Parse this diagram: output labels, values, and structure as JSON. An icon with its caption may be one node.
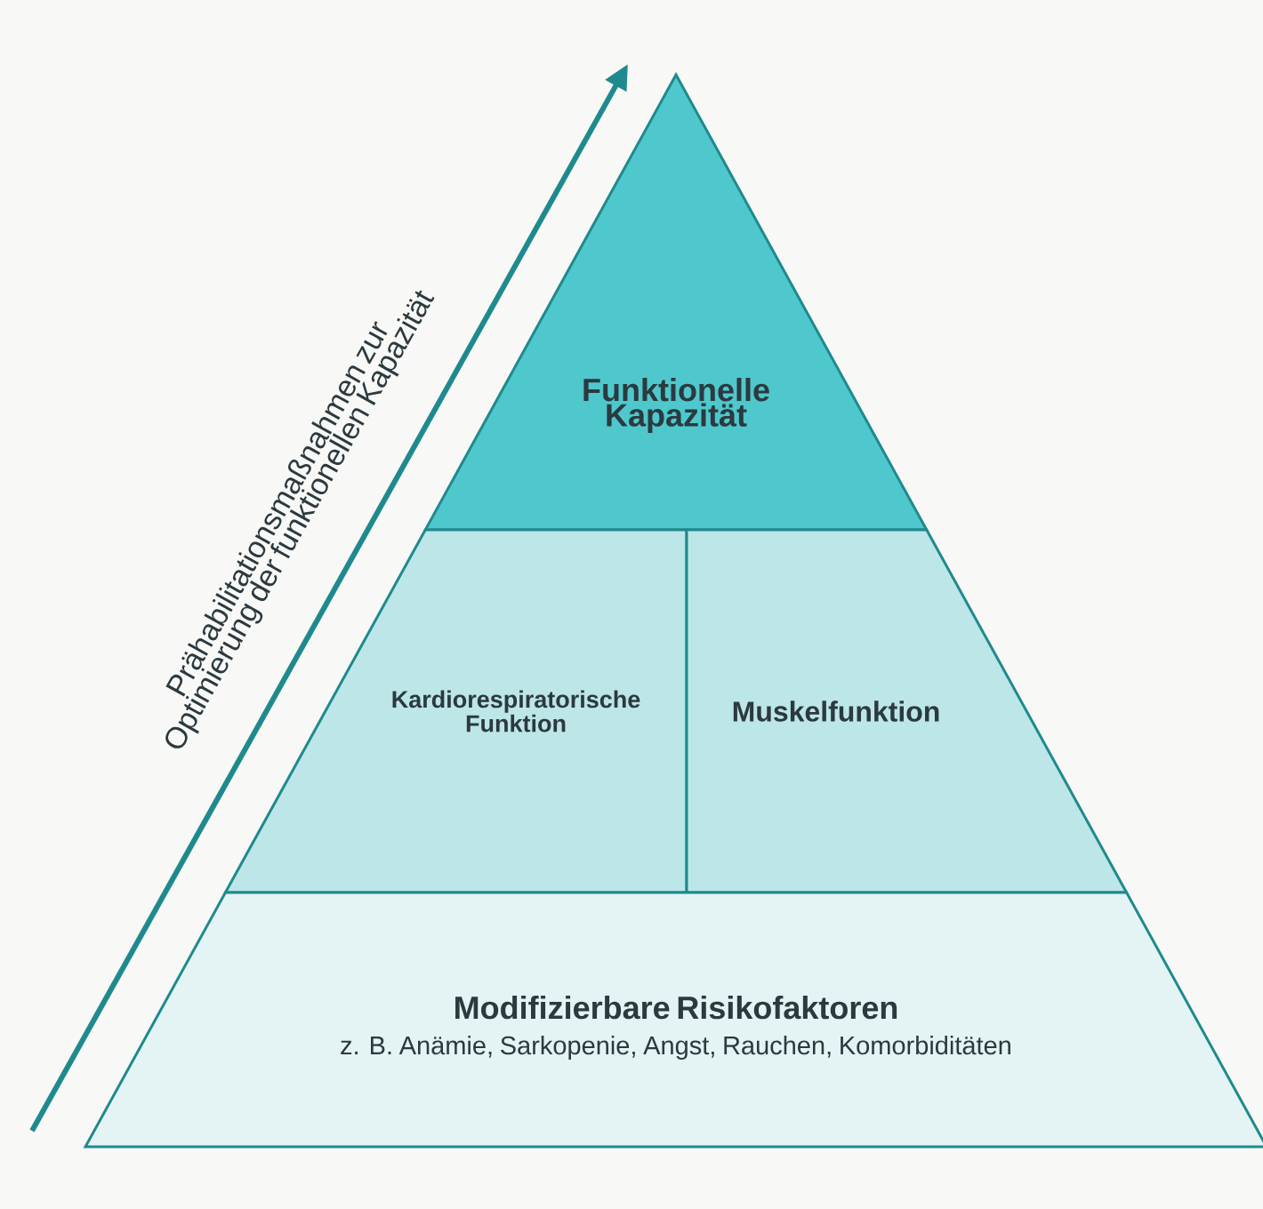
{
  "diagram": {
    "nodes": [
      {
        "text": [
          "Funktionelle Kapazität"
        ]
      },
      {
        "text": [
          "Kardiorespiratorische Funktion"
        ]
      },
      {
        "text": [
          "Muskelfunktion"
        ]
      },
      {
        "text": [
          "Modifizierbare Risikofaktoren",
          "z. B. Anämie, Sarkopenie, Angst, Rauchen, Komorbiditäten"
        ]
      }
    ],
    "labels": [
      "Prähabilitationsmaßnahmen zur Optimierung der funktionellen Kapazität"
    ]
  }
}
